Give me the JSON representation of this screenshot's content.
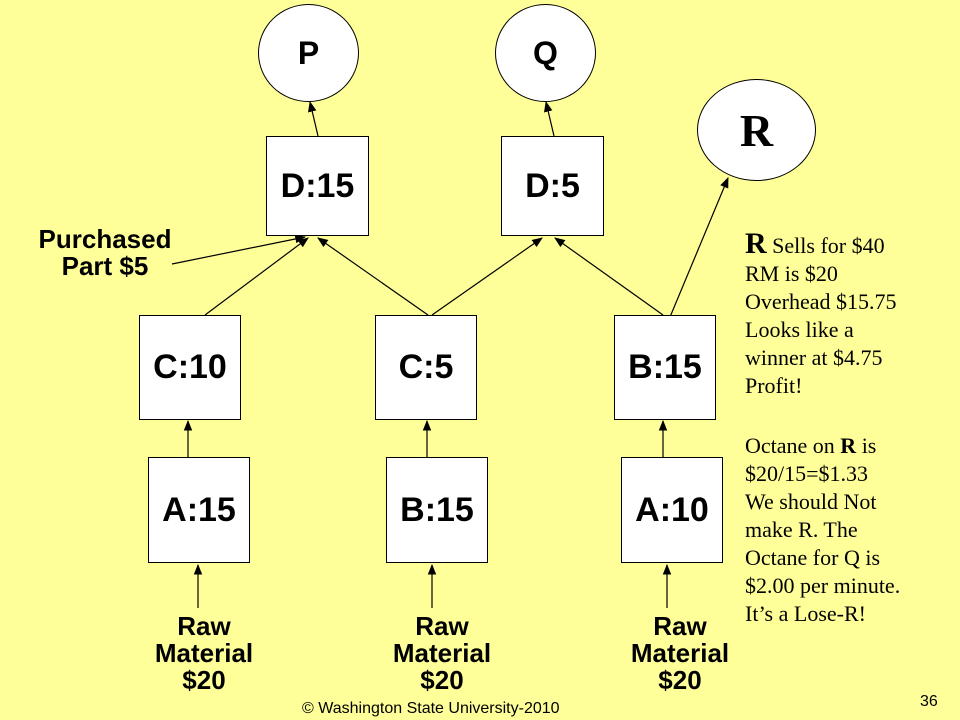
{
  "nodes": {
    "p": "P",
    "q": "Q",
    "r": "R",
    "d_left": "D:15",
    "d_right": "D:5",
    "c_left": "C:10",
    "c_mid": "C:5",
    "b_right": "B:15",
    "a_left": "A:15",
    "b_mid": "B:15",
    "a_right": "A:10"
  },
  "purchased_part": {
    "line1": "Purchased",
    "line2": "Part $5"
  },
  "raw_material": {
    "line1": "Raw",
    "line2": "Material",
    "line3": "$20"
  },
  "notes_r": {
    "r_letter": "R",
    "line1_rest": " Sells for $40",
    "line2": "RM is $20",
    "line3": "Overhead $15.75",
    "line4": "Looks like a",
    "line5": "winner at $4.75",
    "line6": "Profit!"
  },
  "notes_octane": {
    "line1_pre": "Octane on ",
    "line1_r": "R",
    "line1_post": " is",
    "line2": "$20/15=$1.33",
    "line3": "We should Not",
    "line4": "make R.  The",
    "line5": "Octane for Q is",
    "line6": "$2.00 per minute.",
    "line7": "It’s a Lose-R!"
  },
  "footer": {
    "copyright": "© Washington State University-2010",
    "page_number": "36"
  }
}
